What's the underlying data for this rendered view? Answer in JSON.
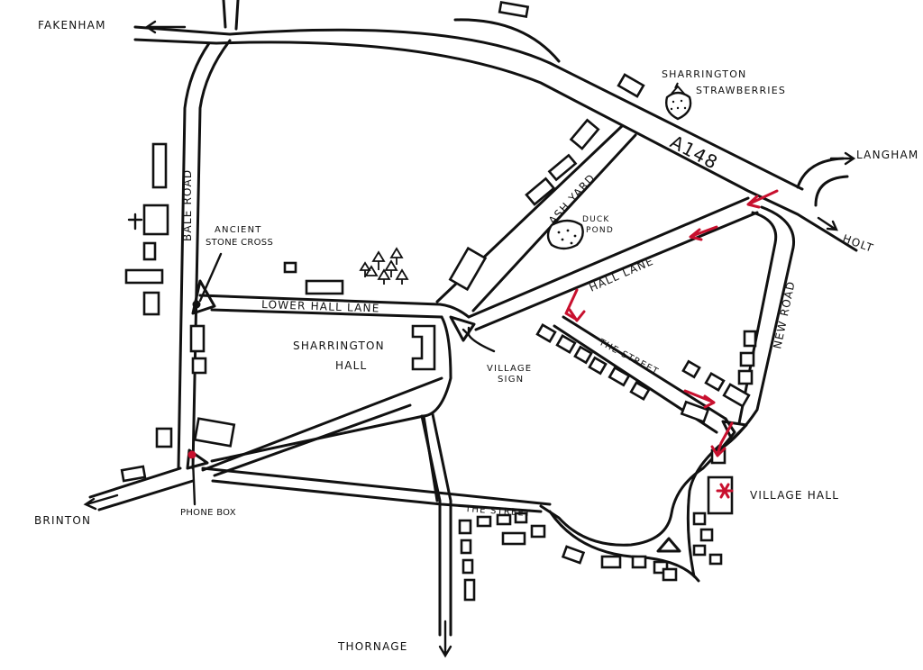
{
  "labels": {
    "fakenham": "FAKENHAM",
    "langham": "LANGHAM",
    "holt": "HOLT",
    "brinton": "BRINTON",
    "thornage": "THORNAGE",
    "a148": "A148",
    "bale_road": "BALE ROAD",
    "new_road": "NEW ROAD",
    "ash_yard": "ASH YARD",
    "hall_lane": "HALL LANE",
    "lower_hall_lane": "LOWER HALL LANE",
    "the_street_upper": "THE STREET",
    "the_street_lower": "THE STREET",
    "strawberries_1": "SHARRINGTON",
    "strawberries_2": "STRAWBERRIES",
    "duck_pond_1": "DUCK",
    "duck_pond_2": "POND",
    "stone_cross_1": "ANCIENT",
    "stone_cross_2": "STONE CROSS",
    "hall_1": "SHARRINGTON",
    "hall_2": "HALL",
    "village_sign_1": "VILLAGE",
    "village_sign_2": "SIGN",
    "village_hall": "VILLAGE HALL",
    "phone_box": "PHONE BOX"
  },
  "colors": {
    "ink": "#111111",
    "route": "#c8102e",
    "paper": "#ffffff"
  },
  "icons": {
    "route_arrow": "arrow-icon",
    "village_hall_marker": "asterisk-icon",
    "stone_cross_marker": "dot-icon",
    "phone_box_marker": "dot-icon",
    "trees": "tree-icon",
    "strawberry": "strawberry-icon"
  }
}
